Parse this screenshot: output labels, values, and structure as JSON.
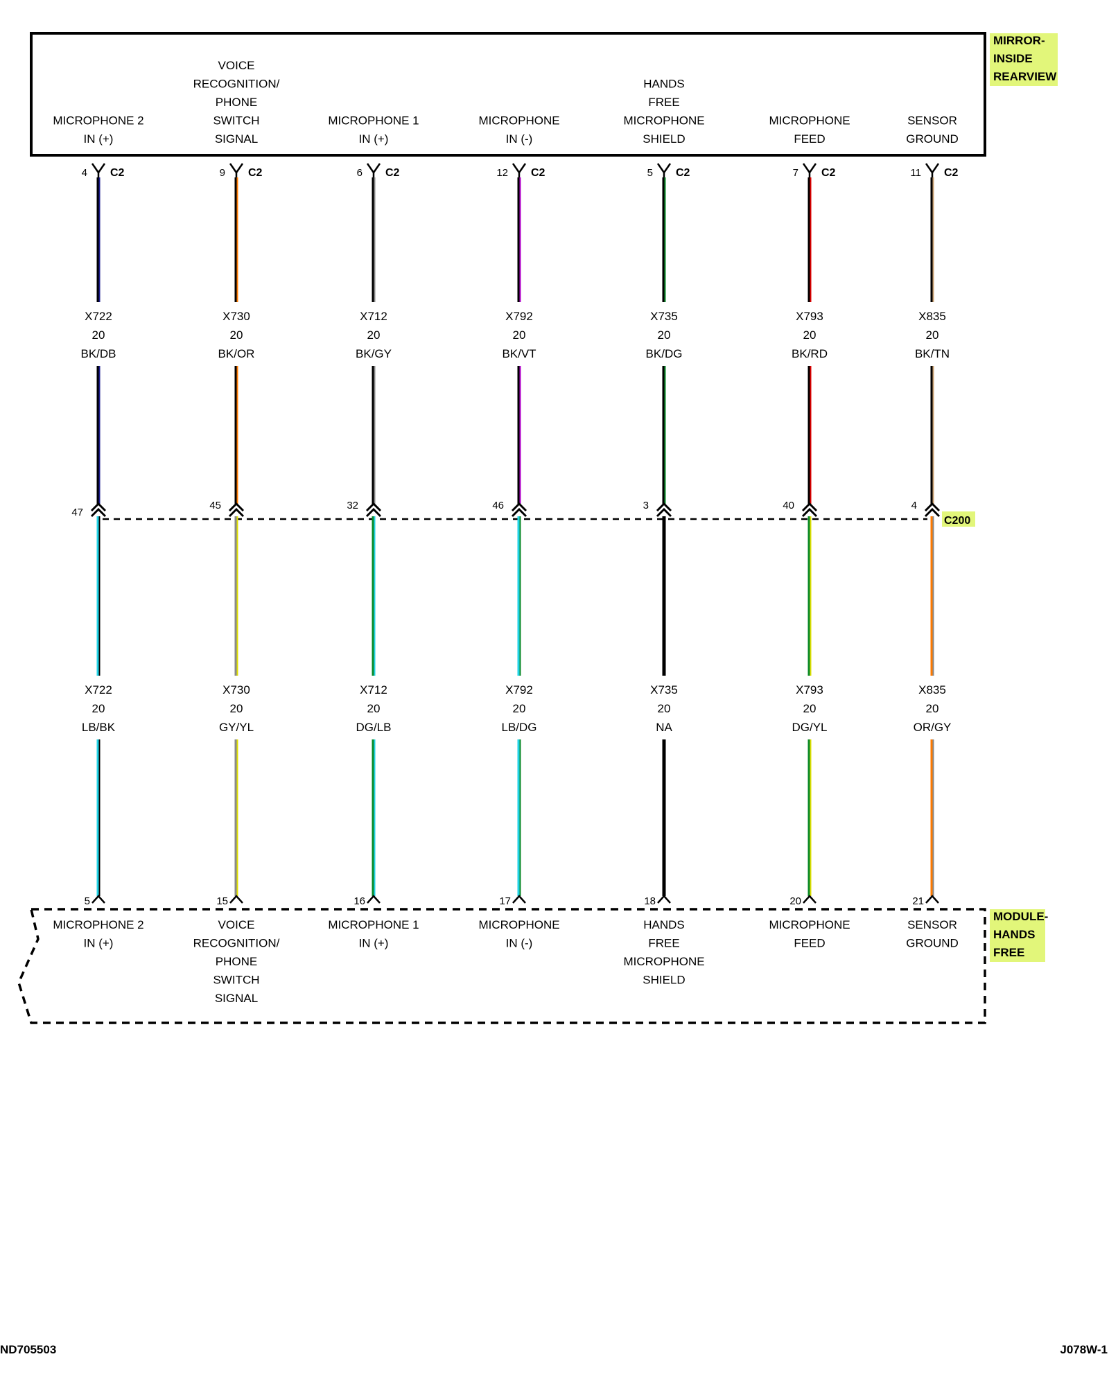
{
  "colors": {
    "highlight": "#e2f67a",
    "BK": "#000000",
    "DB": "#1a1a8c",
    "OR": "#ff7a00",
    "GY": "#8a8a8a",
    "VT": "#b000c8",
    "DG": "#0b8a2a",
    "RD": "#e00000",
    "TN": "#c8a070",
    "LB": "#22d3e6",
    "YL": "#e0e000",
    "NA": "#000000"
  },
  "top_component": {
    "name_lines": [
      "MIRROR-",
      "INSIDE",
      "REARVIEW"
    ]
  },
  "bottom_component": {
    "name_lines": [
      "MODULE-",
      "HANDS",
      "FREE"
    ]
  },
  "inline_connector": "C200",
  "circuits": [
    {
      "top_label": [
        "MICROPHONE 2",
        "IN (+)"
      ],
      "top_pin": "4",
      "top_conn": "C2",
      "upper_wire": {
        "circuit": "X722",
        "gauge": "20",
        "color": "BK/DB"
      },
      "inline_pin": "47",
      "lower_wire": {
        "circuit": "X722",
        "gauge": "20",
        "color": "LB/BK"
      },
      "bottom_pin": "5",
      "bottom_label": [
        "MICROPHONE 2",
        "IN (+)"
      ]
    },
    {
      "top_label": [
        "VOICE",
        "RECOGNITION/",
        "PHONE",
        "SWITCH",
        "SIGNAL"
      ],
      "top_pin": "9",
      "top_conn": "C2",
      "upper_wire": {
        "circuit": "X730",
        "gauge": "20",
        "color": "BK/OR"
      },
      "inline_pin": "45",
      "lower_wire": {
        "circuit": "X730",
        "gauge": "20",
        "color": "GY/YL"
      },
      "bottom_pin": "15",
      "bottom_label": [
        "VOICE",
        "RECOGNITION/",
        "PHONE",
        "SWITCH",
        "SIGNAL"
      ]
    },
    {
      "top_label": [
        "MICROPHONE 1",
        "IN (+)"
      ],
      "top_pin": "6",
      "top_conn": "C2",
      "upper_wire": {
        "circuit": "X712",
        "gauge": "20",
        "color": "BK/GY"
      },
      "inline_pin": "32",
      "lower_wire": {
        "circuit": "X712",
        "gauge": "20",
        "color": "DG/LB"
      },
      "bottom_pin": "16",
      "bottom_label": [
        "MICROPHONE 1",
        "IN (+)"
      ]
    },
    {
      "top_label": [
        "MICROPHONE",
        "IN (-)"
      ],
      "top_pin": "12",
      "top_conn": "C2",
      "upper_wire": {
        "circuit": "X792",
        "gauge": "20",
        "color": "BK/VT"
      },
      "inline_pin": "46",
      "lower_wire": {
        "circuit": "X792",
        "gauge": "20",
        "color": "LB/DG"
      },
      "bottom_pin": "17",
      "bottom_label": [
        "MICROPHONE",
        "IN (-)"
      ]
    },
    {
      "top_label": [
        "HANDS",
        "FREE",
        "MICROPHONE",
        "SHIELD"
      ],
      "top_pin": "5",
      "top_conn": "C2",
      "upper_wire": {
        "circuit": "X735",
        "gauge": "20",
        "color": "BK/DG"
      },
      "inline_pin": "3",
      "lower_wire": {
        "circuit": "X735",
        "gauge": "20",
        "color": "NA"
      },
      "bottom_pin": "18",
      "bottom_label": [
        "HANDS",
        "FREE",
        "MICROPHONE",
        "SHIELD"
      ]
    },
    {
      "top_label": [
        "MICROPHONE",
        "FEED"
      ],
      "top_pin": "7",
      "top_conn": "C2",
      "upper_wire": {
        "circuit": "X793",
        "gauge": "20",
        "color": "BK/RD"
      },
      "inline_pin": "40",
      "lower_wire": {
        "circuit": "X793",
        "gauge": "20",
        "color": "DG/YL"
      },
      "bottom_pin": "20",
      "bottom_label": [
        "MICROPHONE",
        "FEED"
      ]
    },
    {
      "top_label": [
        "SENSOR",
        "GROUND"
      ],
      "top_pin": "11",
      "top_conn": "C2",
      "upper_wire": {
        "circuit": "X835",
        "gauge": "20",
        "color": "BK/TN"
      },
      "inline_pin": "4",
      "lower_wire": {
        "circuit": "X835",
        "gauge": "20",
        "color": "OR/GY"
      },
      "bottom_pin": "21",
      "bottom_label": [
        "SENSOR",
        "GROUND"
      ]
    }
  ],
  "footer": {
    "left_code": "ND705503",
    "right_code": "J078W-1"
  }
}
